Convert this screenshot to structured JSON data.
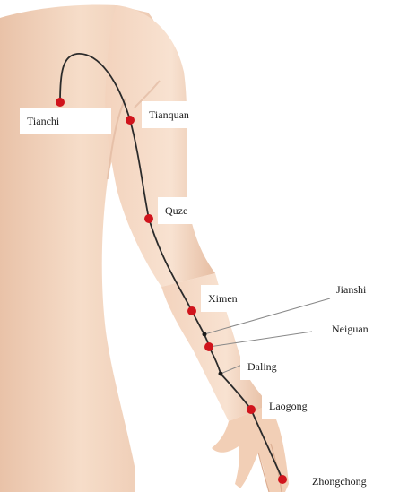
{
  "diagram": {
    "meridian_color": "#2b2b2b",
    "point_color": "#d0141c",
    "minor_point_color": "#1a1a1a",
    "skin_color": "#f3d6c1",
    "points": [
      {
        "id": "tianchi",
        "label": "Tianchi"
      },
      {
        "id": "tianquan",
        "label": "Tianquan"
      },
      {
        "id": "quze",
        "label": "Quze"
      },
      {
        "id": "ximen",
        "label": "Ximen"
      },
      {
        "id": "jianshi",
        "label": "Jianshi"
      },
      {
        "id": "neiguan",
        "label": "Neiguan"
      },
      {
        "id": "daling",
        "label": "Daling"
      },
      {
        "id": "laogong",
        "label": "Laogong"
      },
      {
        "id": "zhongchong",
        "label": "Zhongchong"
      }
    ]
  }
}
